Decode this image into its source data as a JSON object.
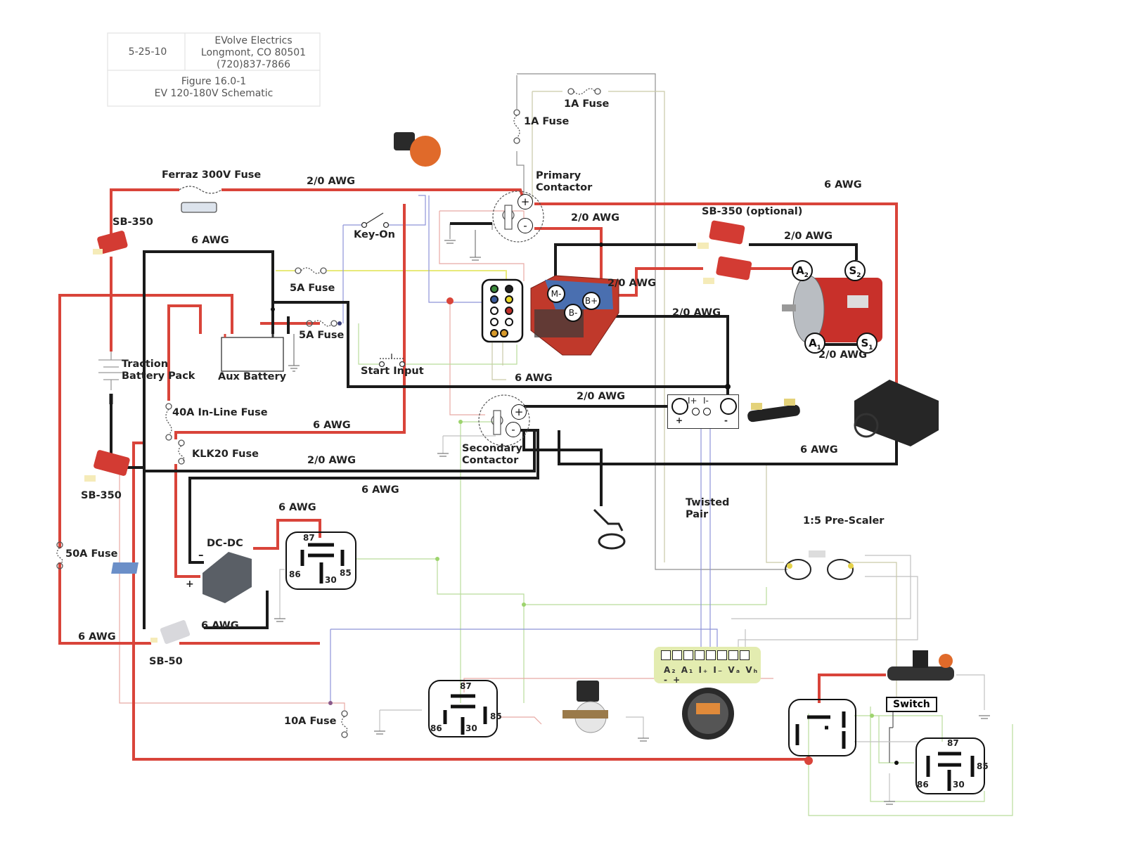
{
  "title_block": {
    "date": "5-25-10",
    "company": "EVolve Electrics",
    "address": "Longmont, CO 80501",
    "phone": "(720)837-7866",
    "figure": "Figure 16.0-1",
    "caption": "EV 120-180V Schematic"
  },
  "labels": {
    "ferraz_fuse": "Ferraz 300V Fuse",
    "sb350_top": "SB-350",
    "sb350_bottom": "SB-350",
    "sb350_optional": "SB-350 (optional)",
    "sb50": "SB-50",
    "traction_pack": "Traction\nBattery Pack",
    "aux_battery": "Aux Battery",
    "fuse_5a_top": "5A Fuse",
    "fuse_5a_bottom": "5A Fuse",
    "fuse_1a_vertical": "1A Fuse",
    "fuse_1a_horizontal": "1A Fuse",
    "fuse_40a": "40A In-Line Fuse",
    "fuse_klk20": "KLK20 Fuse",
    "fuse_50a": "50A Fuse",
    "fuse_10a": "10A Fuse",
    "key_on": "Key-On",
    "start_input": "Start Input",
    "primary_contactor": "Primary\nContactor",
    "secondary_contactor": "Secondary\nContactor",
    "dc_dc": "DC-DC",
    "twisted_pair": "Twisted\nPair",
    "prescaler": "1:5 Pre-Scaler",
    "switch": "Switch"
  },
  "wire_gauges": {
    "top_main": "2/0 AWG",
    "top_right": "6 AWG",
    "aux_6awg": "6 AWG",
    "contactor_to_controller": "2/0 AWG",
    "optional_to_motor": "2/0 AWG",
    "controller_bplus": "2/0 AWG",
    "controller_bminus": "2/0 AWG",
    "motor_a1_s1": "2/0 AWG",
    "start_6awg": "6 AWG",
    "shunt_2_0": "2/0 AWG",
    "fuse_6awg": "6 AWG",
    "charger_6awg": "6 AWG",
    "klk_2_0": "2/0 AWG",
    "dcdc_6awg_top": "6 AWG",
    "relay_6awg": "6 AWG",
    "sb50_6awg": "6 AWG",
    "left_6awg": "6 AWG"
  },
  "motor_terminals": {
    "a2": "A",
    "a2_sub": "2",
    "s2": "S",
    "s2_sub": "2",
    "a1": "A",
    "a1_sub": "1",
    "s1": "S",
    "s1_sub": "1"
  },
  "controller_terminals": {
    "m_minus": "M-",
    "b_plus": "B+",
    "b_minus": "B-"
  },
  "contactor_terminals": {
    "plus": "+",
    "minus": "-"
  },
  "shunt": {
    "i_plus": "I+",
    "i_minus": "I-",
    "plus": "+",
    "minus": "-"
  },
  "relays": [
    {
      "pin87": "87",
      "pin86": "86",
      "pin85": "85",
      "pin30": "30"
    },
    {
      "pin87": "87",
      "pin86": "86",
      "pin85": "85",
      "pin30": "30"
    },
    {
      "pin87": "87",
      "pin86": "86",
      "pin85": "85",
      "pin30": "30"
    }
  ],
  "dcdc_terminals": {
    "minus": "–",
    "plus": "+"
  },
  "meter_terminals": "A₂ A₁ I₊ I₋ Vₐ Vₕ -  +",
  "colors": {
    "hv_positive": "#d9443a",
    "hv_negative": "#1a1a1a",
    "aux_yellow": "#e8ea7a",
    "signal_blue": "#8e93d8",
    "signal_green": "#b9dc9b",
    "signal_pink": "#e8a9a3",
    "motor_red": "#c8302a",
    "controller_red": "#c0392b",
    "meter_strip": "#e3ecb0"
  }
}
